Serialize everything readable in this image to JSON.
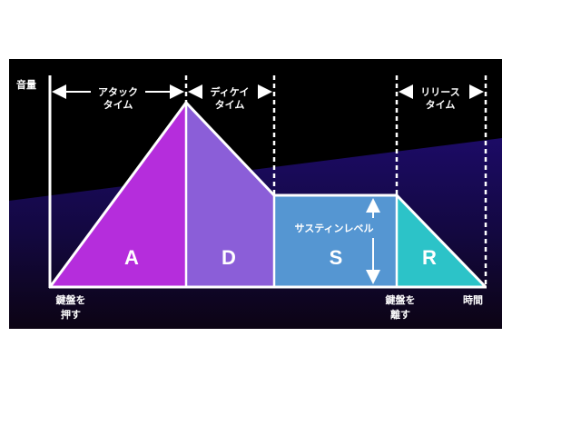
{
  "axis": {
    "y_label": "音量",
    "x_label": "時間"
  },
  "events": {
    "key_press": [
      "鍵盤を",
      "押す"
    ],
    "key_release": [
      "鍵盤を",
      "離す"
    ]
  },
  "spans": {
    "attack": [
      "アタック",
      "タイム"
    ],
    "decay": [
      "ディケイ",
      "タイム"
    ],
    "release": [
      "リリース",
      "タイム"
    ]
  },
  "sustain_level_label": "サスティンレベル",
  "phases": [
    {
      "letter": "A",
      "color": "#b52ddc"
    },
    {
      "letter": "D",
      "color": "#8b5ed8"
    },
    {
      "letter": "S",
      "color": "#5596d2"
    },
    {
      "letter": "R",
      "color": "#2cc3c8"
    }
  ],
  "background": {
    "top": "#000000",
    "band": "#1a0a5e",
    "bottom": "#0e0618"
  }
}
